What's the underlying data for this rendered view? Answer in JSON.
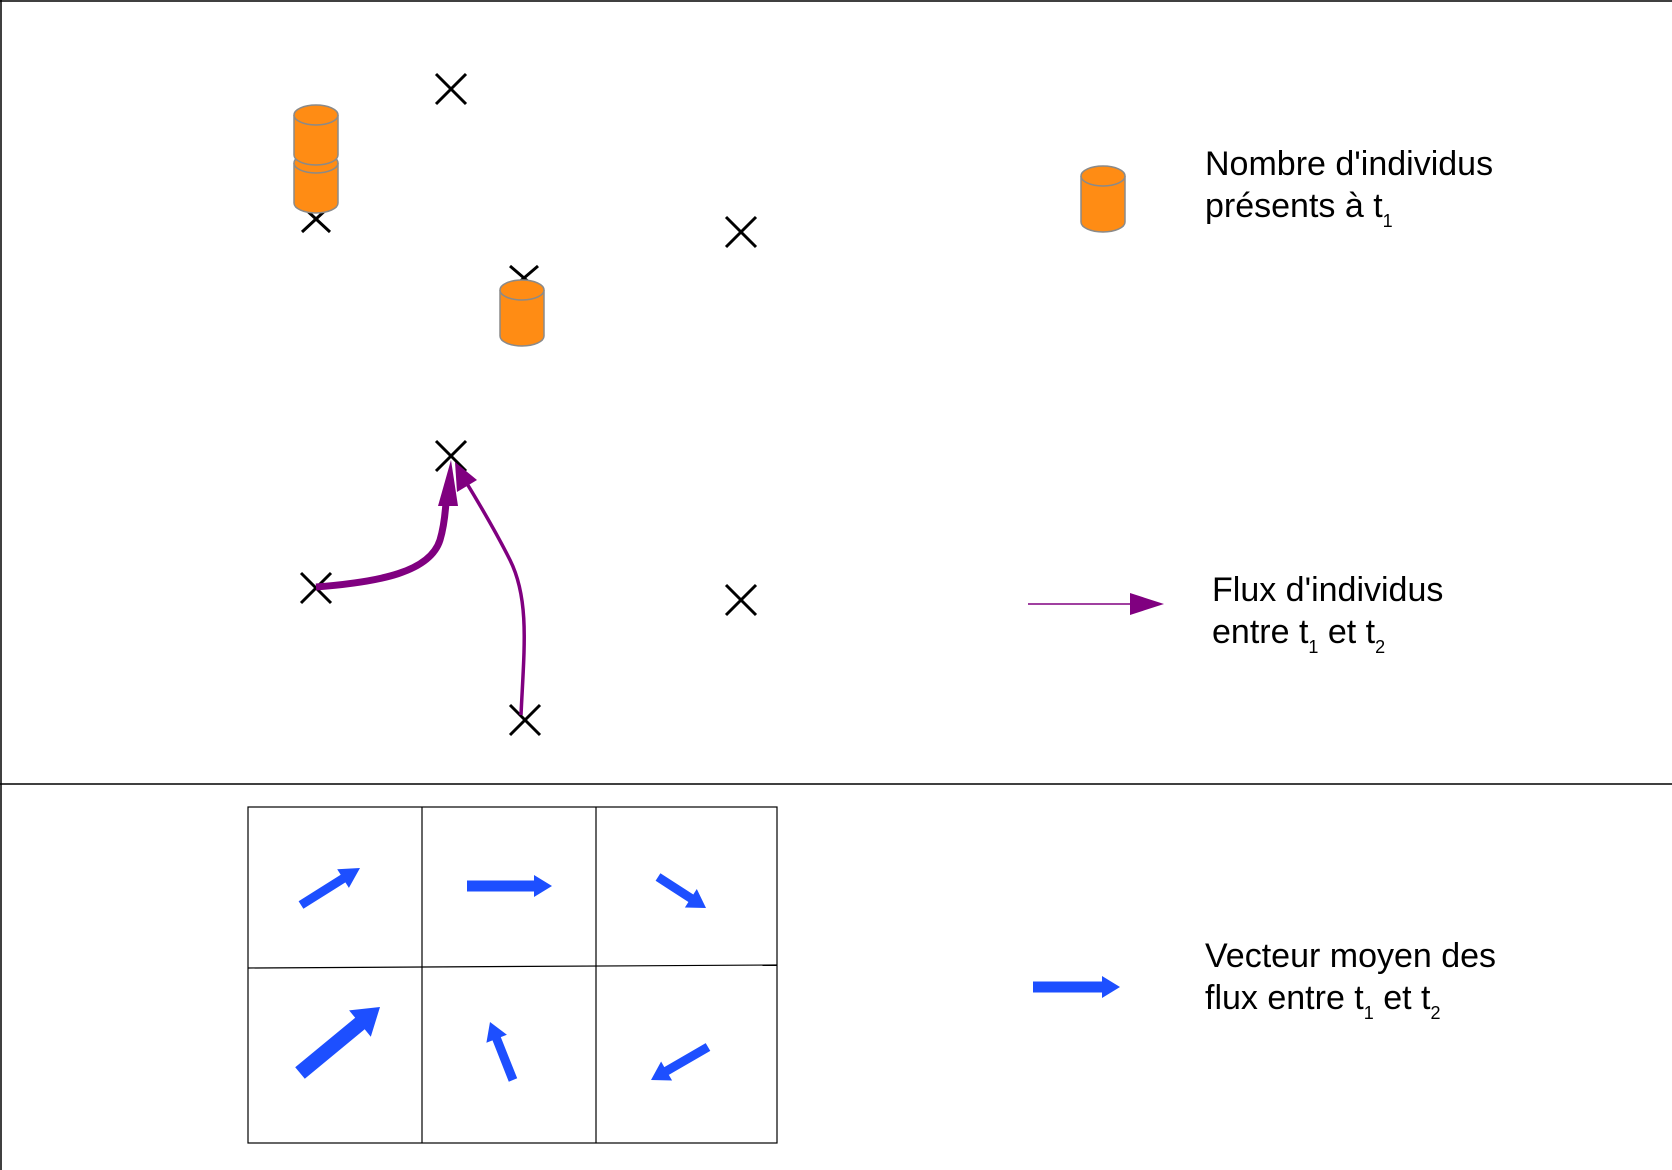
{
  "colors": {
    "cylinder": "#ff8c14",
    "cylinder_stroke": "#8a8a8a",
    "flux": "#800080",
    "vector": "#1d4fff",
    "line": "#000000"
  },
  "legend": {
    "individuals": {
      "line1": "Nombre d'individus",
      "line2_pre": "présents à t",
      "sub1": "1"
    },
    "flux": {
      "line1": "Flux d'individus",
      "line2_pre": "entre t",
      "sub1": "1",
      "mid": " et t",
      "sub2": "2"
    },
    "vector": {
      "line1": "Vecteur moyen des",
      "line2_pre": "flux entre t",
      "sub1": "1",
      "mid": " et t",
      "sub2": "2"
    }
  },
  "icons": {
    "point": "cross-marker-icon",
    "individuals": "cylinder-icon",
    "flux": "curved-arrow-icon",
    "vector": "thick-arrow-icon"
  }
}
